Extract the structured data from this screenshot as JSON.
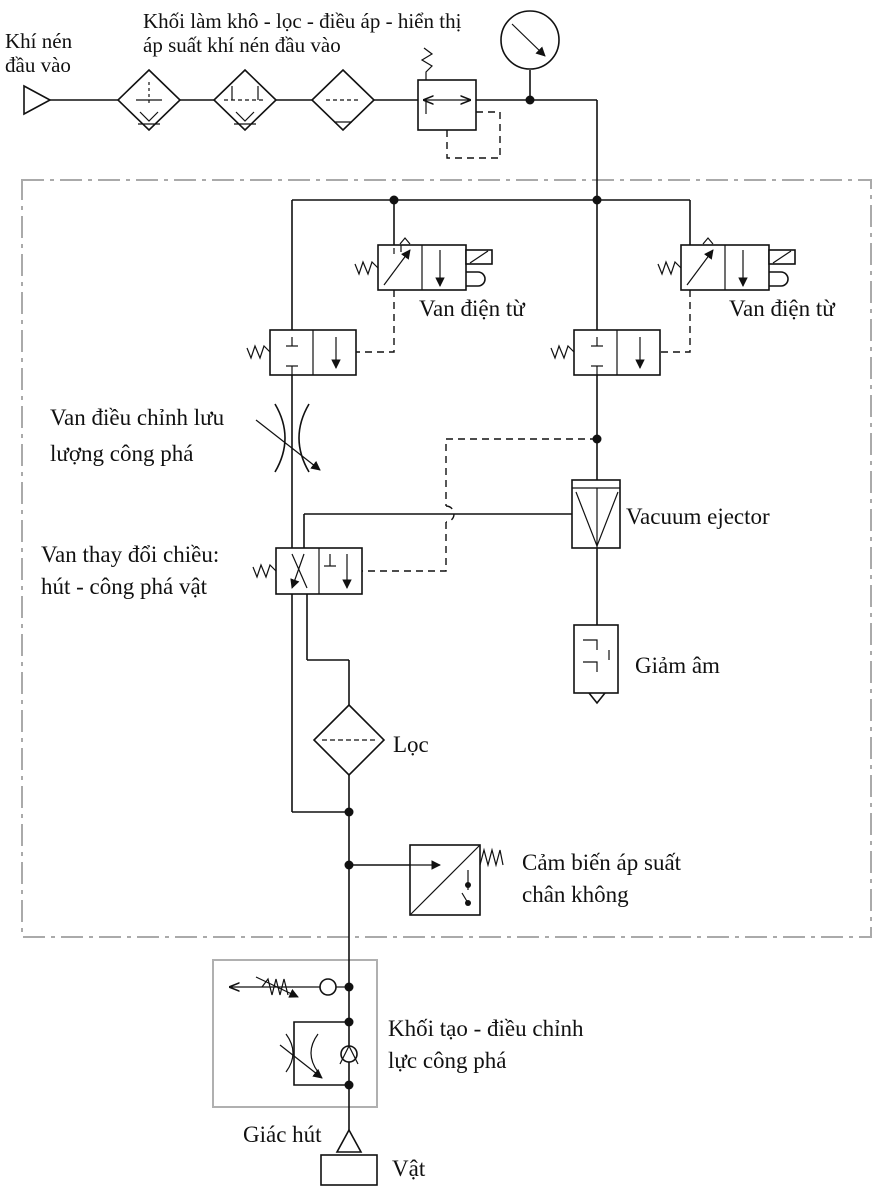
{
  "labels": {
    "inlet_l1": "Khí nén",
    "inlet_l2": "đầu vào",
    "prep_l1": "Khối làm khô - lọc - điều áp - hiển thị",
    "prep_l2": "áp suất khí nén đầu vào",
    "solenoid_left": "Van điện từ",
    "solenoid_right": "Van điện từ",
    "flow_l1": "Van điều chỉnh lưu",
    "flow_l2": "lượng công phá",
    "ejector": "Vacuum ejector",
    "dir_l1": "Van thay đổi chiều:",
    "dir_l2": "hút - công phá vật",
    "silencer": "Giảm âm",
    "filter": "Lọc",
    "sensor_l1": "Cảm biến áp suất",
    "sensor_l2": "chân không",
    "blow_l1": "Khối tạo - điều chỉnh",
    "blow_l2": "lực công phá",
    "cup": "Giác hút",
    "object": "Vật"
  }
}
